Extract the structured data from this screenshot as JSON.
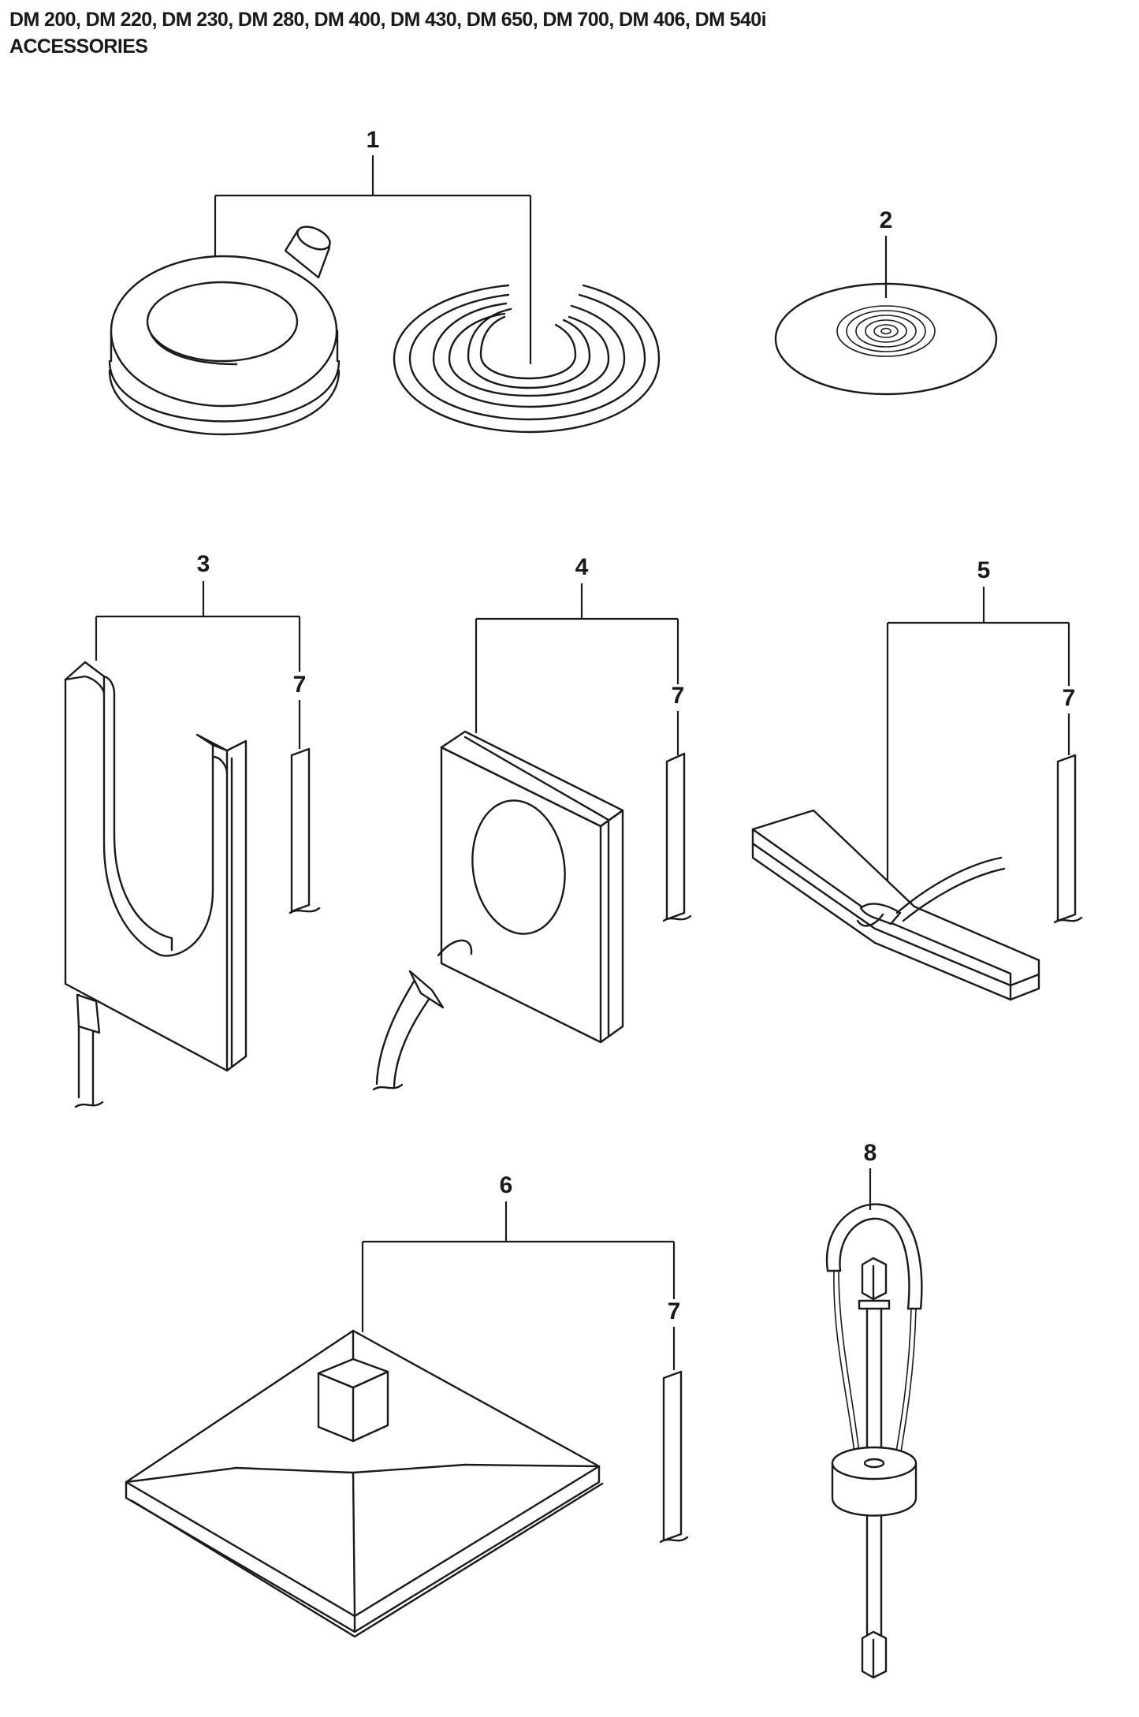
{
  "header": {
    "models": "DM 200, DM 220, DM 230, DM 280, DM 400, DM 430, DM 650, DM 700, DM 406, DM 540i",
    "section": "ACCESSORIES"
  },
  "callouts": {
    "c1": "1",
    "c2": "2",
    "c3": "3",
    "c4": "4",
    "c5": "5",
    "c6": "6",
    "c7a": "7",
    "c7b": "7",
    "c7c": "7",
    "c7d": "7",
    "c8": "8"
  }
}
